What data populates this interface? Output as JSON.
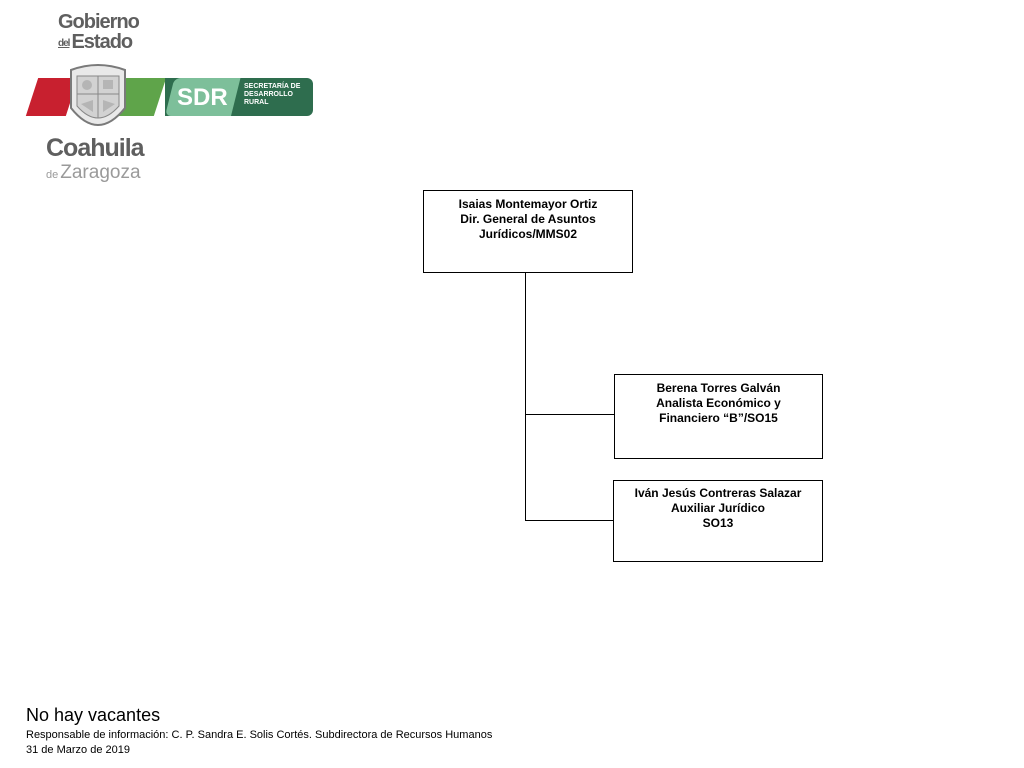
{
  "logo": {
    "gobierno_line1": "Gobierno",
    "gobierno_del": "del",
    "gobierno_estado": "Estado",
    "sdr_label": "SDR",
    "sdr_sub": "SECRETARÍA DE DESARROLLO RURAL",
    "coahuila": "Coahuila",
    "de": "de",
    "zaragoza": "Zaragoza"
  },
  "org_chart": {
    "top": {
      "name": "Isaias Montemayor Ortiz",
      "role_line1": "Dir. General de  Asuntos",
      "role_line2": "Jurídicos/MMS02"
    },
    "subordinates": [
      {
        "name": "Berena Torres Galván",
        "role_line1": "Analista Económico y",
        "role_line2": "Financiero “B”/SO15"
      },
      {
        "name": "Iván Jesús Contreras Salazar",
        "role_line1": "Auxiliar Jurídico",
        "role_line2": "SO13"
      }
    ]
  },
  "footer": {
    "vacantes": "No  hay vacantes",
    "responsable": "Responsable de información: C. P. Sandra E. Solis Cortés. Subdirectora de Recursos Humanos",
    "fecha": "31 de Marzo de 2019"
  },
  "colors": {
    "flag_red": "#c8202f",
    "flag_green": "#5fa44a",
    "sdr_dark": "#2e6d4e",
    "sdr_light": "#7dbf9a",
    "logo_gray": "#5f5f5f"
  }
}
